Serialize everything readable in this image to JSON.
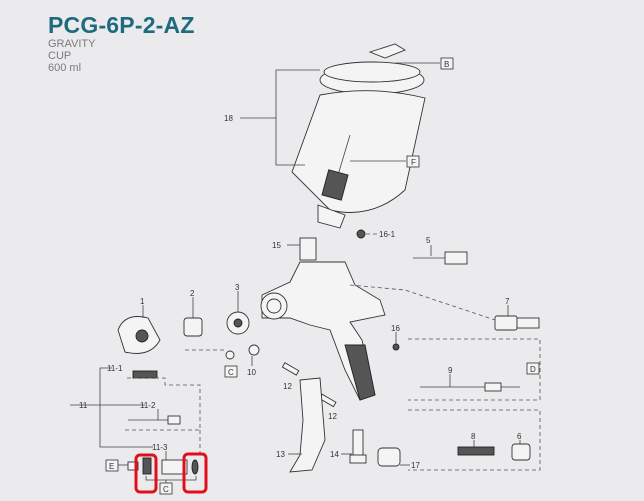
{
  "header": {
    "model": "PCG-6P-2-AZ",
    "line1": "GRAVITY",
    "line2": "CUP",
    "line3": "600 ml"
  },
  "labels": {
    "l18": "18",
    "l16_1": "16-1",
    "l15": "15",
    "l5": "5",
    "l1": "1",
    "l2": "2",
    "l3": "3",
    "l7": "7",
    "l16": "16",
    "l11_1": "11-1",
    "l10": "10",
    "l9": "9",
    "l12a": "12",
    "l11": "11",
    "l11_2": "11-2",
    "l12b": "12",
    "l8": "8",
    "l6": "6",
    "l11_3": "11-3",
    "l13": "13",
    "l14": "14",
    "l17": "17"
  },
  "boxes": {
    "b": "B",
    "f": "F",
    "c1": "C",
    "d": "D",
    "e": "E",
    "c2": "C"
  },
  "colors": {
    "title": "#1e6a7e",
    "highlight": "#e0101a"
  }
}
